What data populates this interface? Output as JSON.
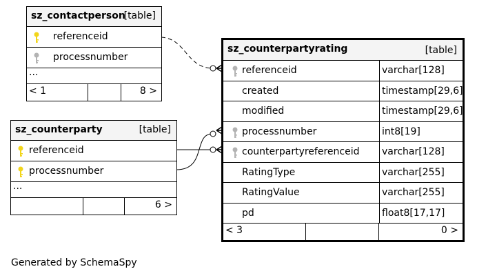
{
  "tables": {
    "contactperson": {
      "name": "sz_contactperson",
      "kind": "[table]",
      "columns": [
        {
          "name": "referenceid",
          "key": "primary"
        },
        {
          "name": "processnumber",
          "key": "plain"
        }
      ],
      "ellipsis": "...",
      "footer": {
        "left": "< 1",
        "right": "8 >"
      }
    },
    "counterparty": {
      "name": "sz_counterparty",
      "kind": "[table]",
      "columns": [
        {
          "name": "referenceid",
          "key": "primary"
        },
        {
          "name": "processnumber",
          "key": "primary"
        }
      ],
      "ellipsis": "...",
      "footer": {
        "left": "",
        "right": "6 >"
      }
    },
    "counterpartyrating": {
      "name": "sz_counterpartyrating",
      "kind": "[table]",
      "columns": [
        {
          "name": "referenceid",
          "type": "varchar[128]",
          "key": "plain"
        },
        {
          "name": "created",
          "type": "timestamp[29,6]",
          "key": "none"
        },
        {
          "name": "modified",
          "type": "timestamp[29,6]",
          "key": "none"
        },
        {
          "name": "processnumber",
          "type": "int8[19]",
          "key": "plain"
        },
        {
          "name": "counterpartyreferenceid",
          "type": "varchar[128]",
          "key": "plain"
        },
        {
          "name": "RatingType",
          "type": "varchar[255]",
          "key": "none"
        },
        {
          "name": "RatingValue",
          "type": "varchar[255]",
          "key": "none"
        },
        {
          "name": "pd",
          "type": "float8[17,17]",
          "key": "none"
        }
      ],
      "footer": {
        "left": "< 3",
        "right": "0 >"
      }
    }
  },
  "generated": "Generated by SchemaSpy",
  "colors": {
    "primary_key": "#f2d51b",
    "plain_key": "#b3b3b3",
    "header_bg": "#f4f4f4"
  }
}
